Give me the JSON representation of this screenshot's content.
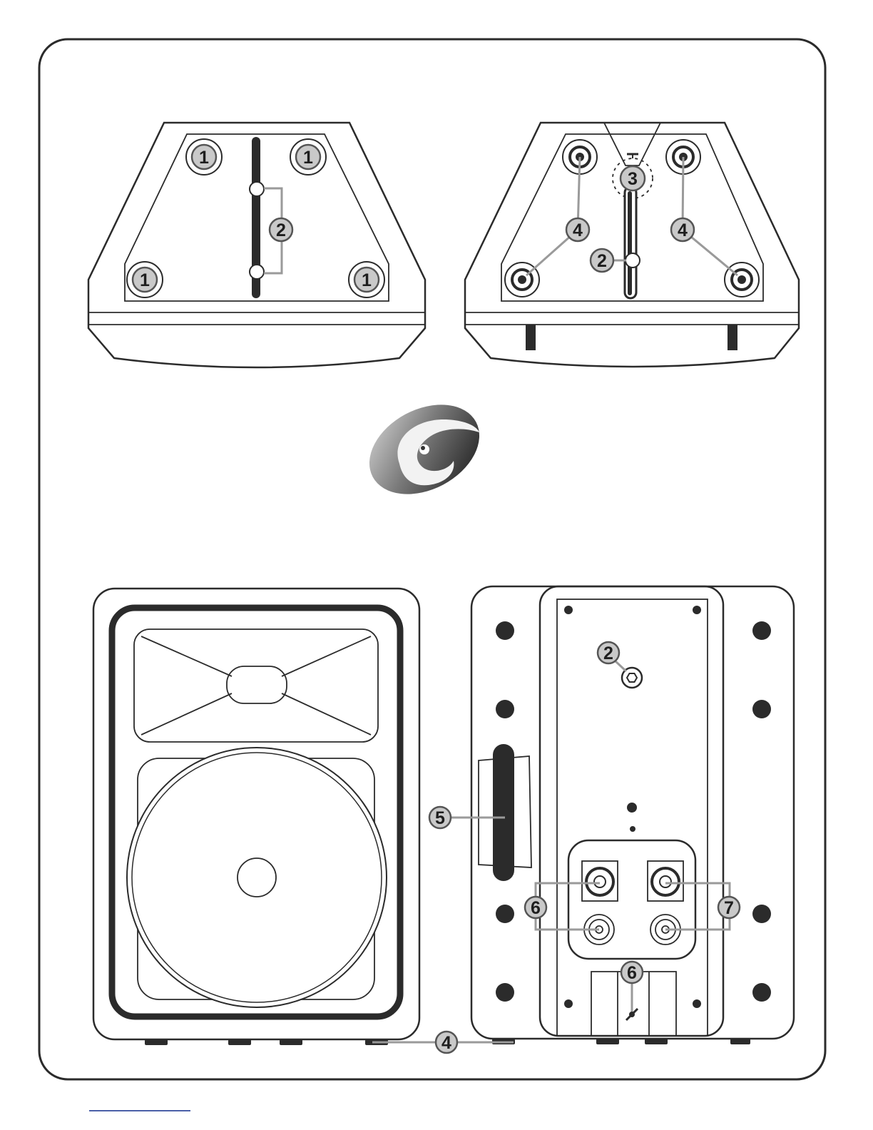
{
  "callouts": {
    "c1a": "1",
    "c1b": "1",
    "c1c": "1",
    "c1d": "1",
    "c2a": "2",
    "c2b": "2",
    "c2c": "2",
    "c3": "3",
    "c4a": "4",
    "c4b": "4",
    "c4c": "4",
    "c5": "5",
    "c6a": "6",
    "c6b": "6",
    "c7": "7"
  },
  "colors": {
    "line": "#2b2b2b",
    "callout_fill": "#c9c9c9",
    "leader": "#9a9a9a",
    "footer_rule": "#4a5fa8"
  },
  "icons": {
    "logo": "g-logo-icon"
  }
}
